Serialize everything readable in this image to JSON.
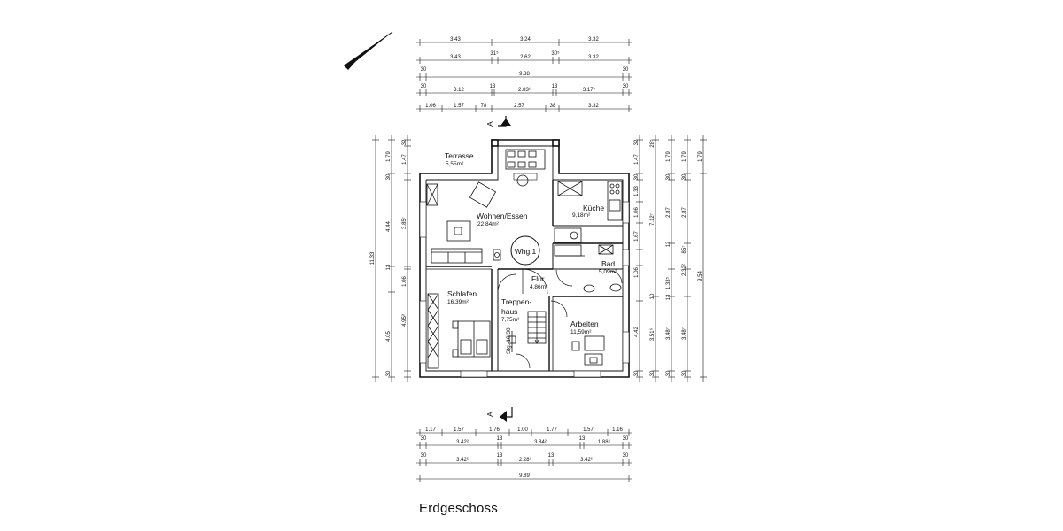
{
  "title": "Erdgeschoss",
  "rooms": {
    "terrasse": {
      "name": "Terrasse",
      "area": "5,55m²"
    },
    "wohnen": {
      "name": "Wohnen/Essen",
      "area": "22,84m²"
    },
    "kueche": {
      "name": "Küche",
      "area": "9,18m²"
    },
    "bad": {
      "name": "Bad",
      "area": "5,09m²"
    },
    "flur": {
      "name": "Flur",
      "area": "4,86m²"
    },
    "schlafen": {
      "name": "Schlafen",
      "area": "16,39m²"
    },
    "treppenhaus": {
      "name": "Treppen-",
      "name2": "haus",
      "area": "7,75m²"
    },
    "arbeiten": {
      "name": "Arbeiten",
      "area": "11,59m²"
    }
  },
  "unit_label": "Whg.1",
  "stair_note": "Stg. 18/30",
  "section_marker": "A",
  "top_dims": [
    [
      "3.43",
      "3.24",
      "3.32"
    ],
    [
      "3.43",
      "31⁵",
      "2.62",
      "30⁵",
      "3.32"
    ],
    [
      "30",
      "9.38",
      "30"
    ],
    [
      "30",
      "3.12",
      "13",
      "2.83¹",
      "13",
      "3.17⁹",
      "30"
    ],
    [
      "1.06",
      "1.57",
      "78",
      "2.57",
      "38",
      "3.32"
    ]
  ],
  "bottom_dims": [
    [
      "1.17",
      "1.57",
      "1.76",
      "1.00",
      "1.77",
      "1.57",
      "1.16"
    ],
    [
      "30",
      "3.42²",
      "13",
      "3.84²",
      "13",
      "1.88⁶",
      "30"
    ],
    [
      "30",
      "3.42²",
      "13",
      "2.28⁶",
      "13",
      "3.42²",
      "30"
    ],
    [
      "9.89"
    ]
  ],
  "left_dims": [
    [
      "32",
      "1.47",
      "30",
      "3.85⁷",
      "13",
      "4.95³",
      "30"
    ],
    [
      "1.79",
      "4.44",
      "1.06",
      "4.05"
    ],
    [
      "11.33"
    ]
  ],
  "right_dims": [
    [
      "32",
      "1.47",
      "30",
      "1.33",
      "1.06",
      "1.67",
      "1.06",
      "4.42",
      "30"
    ],
    [
      "28⁵",
      "7.12⁷",
      "10",
      "3.51⁶",
      "30"
    ],
    [
      "1.79",
      "30",
      "2.87",
      "13",
      "1.33⁵",
      "13",
      "3.48⁷",
      "30"
    ],
    [
      "1.79",
      "30",
      "2.87",
      "85⁷",
      "2.32²",
      "3.48⁷",
      "30"
    ],
    [
      "1.79",
      "9.54"
    ]
  ]
}
